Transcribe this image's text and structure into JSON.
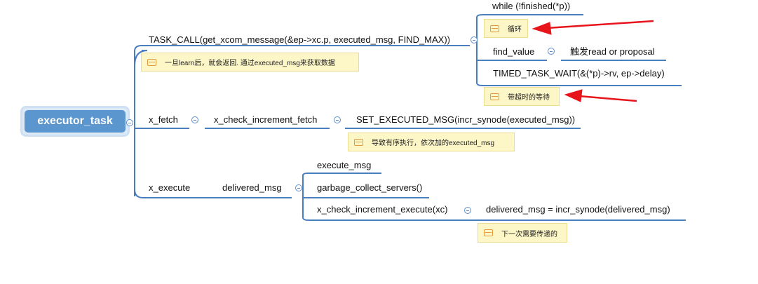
{
  "root": {
    "label": "executor_task"
  },
  "branches": {
    "task_call": "TASK_CALL(get_xcom_message(&ep->xc.p, executed_msg, FIND_MAX))",
    "task_call_note": "一旦learn后，就会返回. 通过executed_msg来获取数据",
    "while_loop": "while (!finished(*p))",
    "loop_note": "循环",
    "find_value": "find_value",
    "trigger": "触发read or proposal",
    "timed_wait": "TIMED_TASK_WAIT(&(*p)->rv, ep->delay)",
    "timed_note": "带超时的等待",
    "x_fetch": "x_fetch",
    "x_check_increment_fetch": "x_check_increment_fetch",
    "set_executed": "SET_EXECUTED_MSG(incr_synode(executed_msg))",
    "set_executed_note": "导致有序执行，依次加的executed_msg",
    "x_execute": "x_execute",
    "delivered_msg": "delivered_msg",
    "execute_msg": "execute_msg",
    "garbage_collect": "garbage_collect_servers()",
    "x_check_increment_execute": "x_check_increment_execute(xc)",
    "delivered_incr": "delivered_msg = incr_synode(delivered_msg)",
    "delivered_note": "下一次需要传递的"
  },
  "colors": {
    "connector": "#4a7fbf",
    "root_fill": "#5b96cf",
    "note_fill": "#fdf6c7",
    "arrow": "#e8141b"
  }
}
